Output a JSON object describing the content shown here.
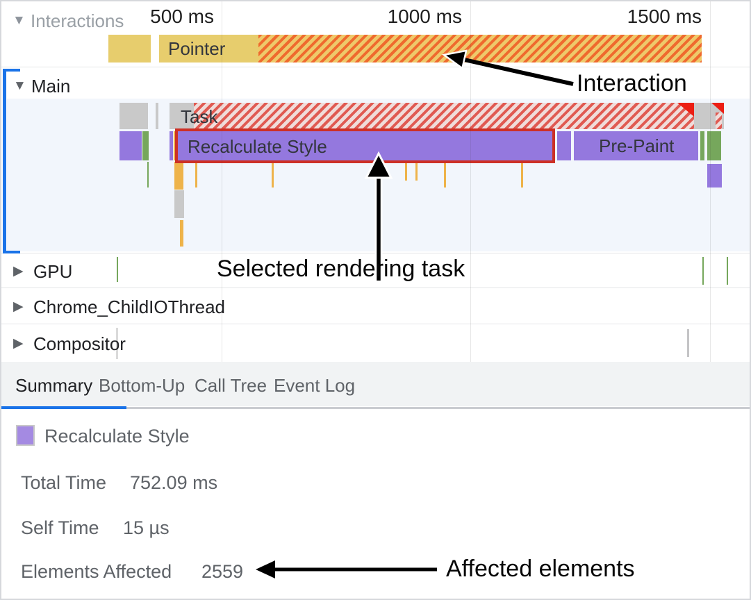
{
  "ruler": {
    "ticks": [
      "500 ms",
      "1000 ms",
      "1500 ms"
    ]
  },
  "tracks": {
    "interactions": {
      "label": "Interactions",
      "event": "Pointer"
    },
    "main": {
      "label": "Main",
      "task": "Task",
      "selected_event": "Recalculate Style",
      "prepaint": "Pre-Paint"
    },
    "gpu": {
      "label": "GPU"
    },
    "childio": {
      "label": "Chrome_ChildIOThread"
    },
    "compositor": {
      "label": "Compositor"
    }
  },
  "tabs": [
    {
      "label": "Summary",
      "selected": true
    },
    {
      "label": "Bottom-Up",
      "selected": false
    },
    {
      "label": "Call Tree",
      "selected": false
    },
    {
      "label": "Event Log",
      "selected": false
    }
  ],
  "summary": {
    "legend_label": "Recalculate Style",
    "rows": [
      {
        "label": "Total Time",
        "value": "752.09 ms"
      },
      {
        "label": "Self Time",
        "value": "15 µs"
      },
      {
        "label": "Elements Affected",
        "value": "2559"
      }
    ]
  },
  "annotations": {
    "interaction": "Interaction",
    "selected_task": "Selected rendering task",
    "affected_elements": "Affected elements"
  },
  "icons": {
    "expanded": "▼",
    "collapsed": "▶"
  },
  "colors": {
    "accent_blue": "#1a73e8",
    "selection_red": "#cd3026",
    "event_purple": "#9478de",
    "event_green": "#76a75c",
    "interaction_yellow": "#e7cd6d",
    "interaction_stripe_orange": "#ef6a2e",
    "task_gray": "#c9c9c9",
    "long_task_stripe_red": "#e05a52",
    "tick_orange": "#eeb34a",
    "tab_strip_bg": "#f1f3f4"
  }
}
